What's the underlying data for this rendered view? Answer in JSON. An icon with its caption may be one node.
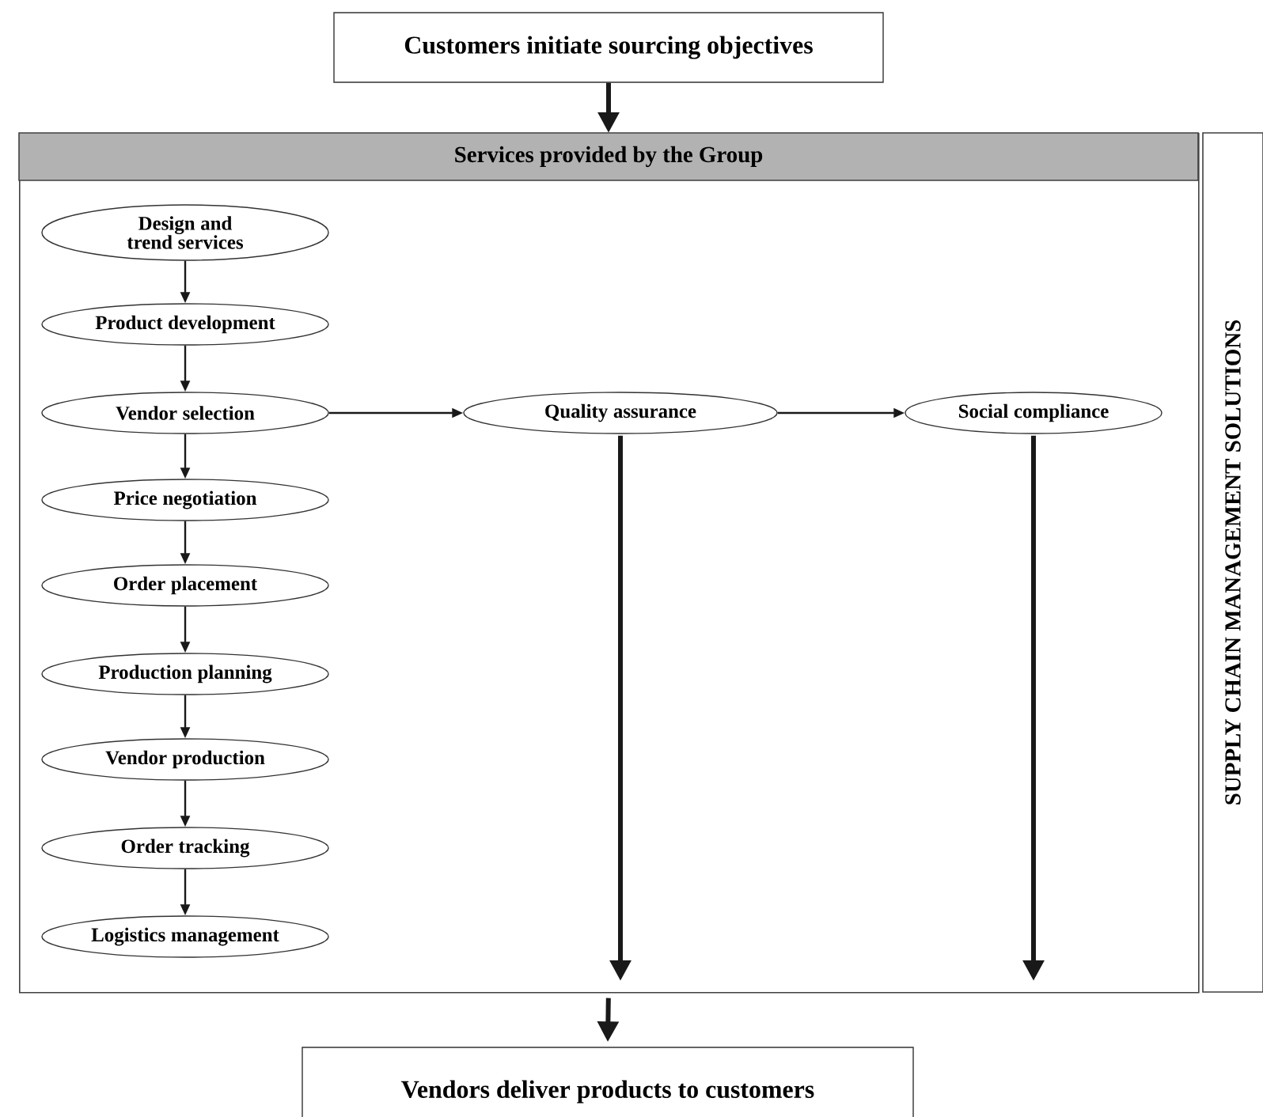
{
  "diagram": {
    "nodes": [
      {
        "text": [
          "Customers initiate sourcing objectives"
        ]
      },
      {
        "text": [
          "Services provided by the Group"
        ]
      },
      {
        "text": [
          "Design and trend services"
        ],
        "in": 1
      },
      {
        "text": [
          "Product development"
        ],
        "in": 1
      },
      {
        "text": [
          "Vendor selection"
        ],
        "in": 1
      },
      {
        "text": [
          "Price negotiation"
        ],
        "in": 1
      },
      {
        "text": [
          "Order placement"
        ],
        "in": 1
      },
      {
        "text": [
          "Production planning"
        ],
        "in": 1
      },
      {
        "text": [
          "Vendor production"
        ],
        "in": 1
      },
      {
        "text": [
          "Order tracking"
        ],
        "in": 1
      },
      {
        "text": [
          "Logistics management"
        ],
        "in": 1
      },
      {
        "text": [
          "Quality assurance"
        ],
        "in": 1
      },
      {
        "text": [
          "Social compliance"
        ],
        "in": 1
      },
      {
        "text": [
          "SUPPLY CHAIN MANAGEMENT SOLUTIONS"
        ]
      },
      {
        "text": [
          "Vendors deliver products to customers"
        ]
      }
    ],
    "edges": [
      {
        "from": 0,
        "to": 1,
        "arrow": "to",
        "style": "thick"
      },
      {
        "from": 2,
        "to": 3,
        "arrow": "to"
      },
      {
        "from": 3,
        "to": 4,
        "arrow": "to"
      },
      {
        "from": 4,
        "to": 5,
        "arrow": "to"
      },
      {
        "from": 5,
        "to": 6,
        "arrow": "to"
      },
      {
        "from": 6,
        "to": 7,
        "arrow": "to"
      },
      {
        "from": 7,
        "to": 8,
        "arrow": "to"
      },
      {
        "from": 8,
        "to": 9,
        "arrow": "to"
      },
      {
        "from": 9,
        "to": 10,
        "arrow": "to"
      },
      {
        "from": 4,
        "to": 11,
        "arrow": "to"
      },
      {
        "from": 11,
        "to": 12,
        "arrow": "to"
      },
      {
        "from": 11,
        "to": null,
        "arrow": "to",
        "style": "thick"
      },
      {
        "from": 12,
        "to": null,
        "arrow": "to",
        "style": "thick"
      },
      {
        "from": 1,
        "to": 14,
        "arrow": "to",
        "style": "thick"
      }
    ]
  }
}
